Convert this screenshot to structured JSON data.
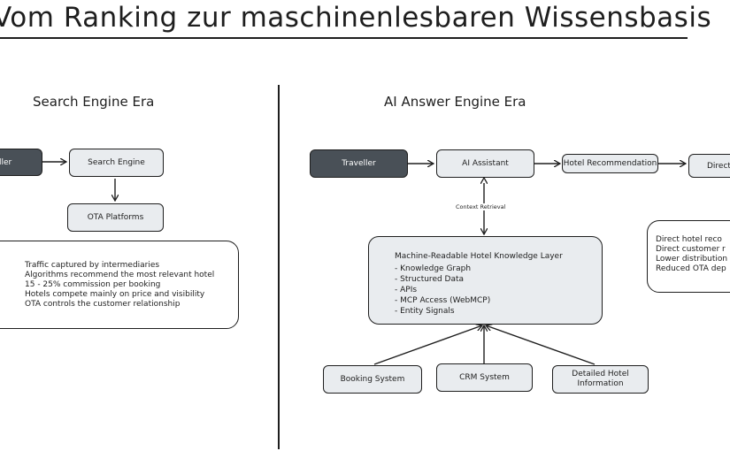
{
  "title": "Vom Ranking zur maschinenlesbaren Wissensbasis",
  "left": {
    "heading": "Search Engine Era",
    "traveller": "ller",
    "search_engine": "Search Engine",
    "ota": "OTA Platforms",
    "notes": [
      "Traffic captured by intermediaries",
      "Algorithms recommend the most relevant hotel",
      "15 - 25% commission per booking",
      "Hotels compete mainly on price and visibility",
      "OTA controls the customer relationship"
    ]
  },
  "right": {
    "heading": "AI Answer Engine Era",
    "traveller": "Traveller",
    "assistant": "AI Assistant",
    "recommendation": "Hotel Recommendation",
    "direct": "Direct",
    "context_label": "Context Retrieval",
    "layer_title": "Machine-Readable Hotel Knowledge Layer",
    "layer_items": [
      "- Knowledge Graph",
      "- Structured Data",
      "- APIs",
      "- MCP Access (WebMCP)",
      "- Entity Signals"
    ],
    "benefits": [
      "Direct hotel reco",
      "Direct customer r",
      "Lower distribution",
      "Reduced OTA dep"
    ],
    "sources": {
      "booking": "Booking System",
      "crm": "CRM System",
      "detailed_line1": "Detailed Hotel",
      "detailed_line2": "Information"
    }
  },
  "colors": {
    "stroke": "#1e1e1e",
    "box_fill": "#e9ecef",
    "dark_box_fill": "#495057",
    "background": "#ffffff"
  }
}
